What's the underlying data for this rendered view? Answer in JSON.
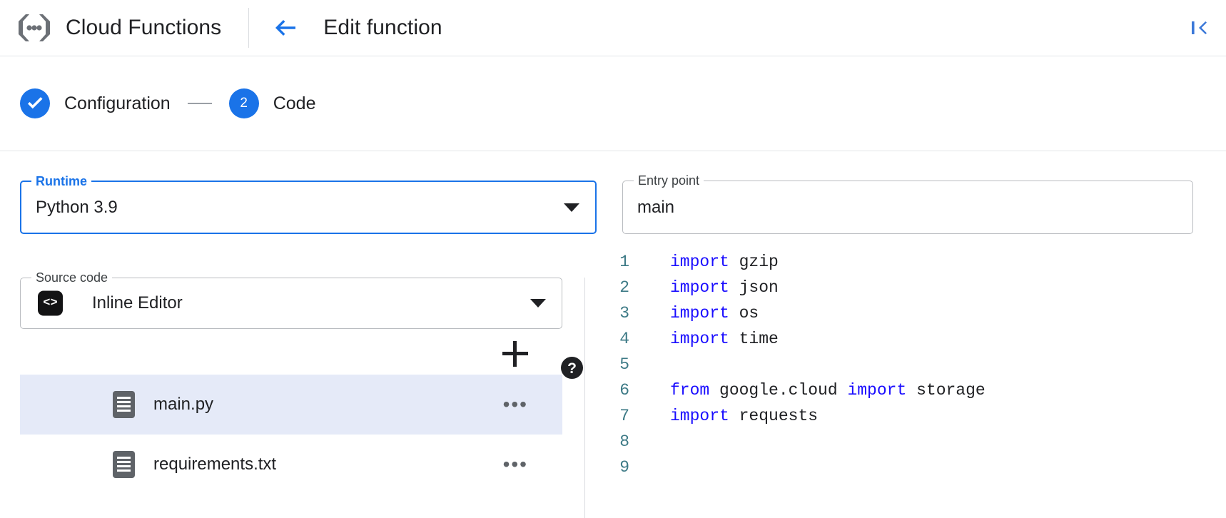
{
  "header": {
    "product_logo_name": "cloud-functions-logo",
    "product_title": "Cloud Functions",
    "back_icon": "arrow-left-icon",
    "page_title": "Edit function",
    "collapse_icon": "collapse-panel-icon",
    "accent_color": "#1a73e8"
  },
  "stepper": {
    "steps": [
      {
        "label": "Configuration",
        "indicator": "check",
        "number": "1",
        "state": "completed"
      },
      {
        "label": "Code",
        "indicator": "number",
        "number": "2",
        "state": "active"
      }
    ],
    "separator": "—"
  },
  "form": {
    "runtime": {
      "label": "Runtime",
      "value": "Python 3.9",
      "focused": true,
      "dropdown_icon": "chevron-down-icon",
      "help_icon": "help-icon"
    },
    "entry_point": {
      "label": "Entry point",
      "value": "main",
      "placeholder": "Entry point",
      "focused": false,
      "help_icon": "help-icon"
    },
    "source_code": {
      "label": "Source code",
      "value": "Inline Editor",
      "leading_icon": "code-brackets-icon",
      "leading_icon_glyph": "<>",
      "dropdown_icon": "chevron-down-icon"
    }
  },
  "files": {
    "add_button_icon": "plus-icon",
    "items": [
      {
        "name": "main.py",
        "icon": "file-icon",
        "selected": true,
        "menu_glyph": "•••"
      },
      {
        "name": "requirements.txt",
        "icon": "file-icon",
        "selected": false,
        "menu_glyph": "•••"
      }
    ],
    "selected_bg": "#e5eaf8"
  },
  "editor": {
    "lines": [
      {
        "number": "1",
        "tokens": [
          {
            "t": "import",
            "k": true
          },
          {
            "t": " gzip",
            "k": false
          }
        ]
      },
      {
        "number": "2",
        "tokens": [
          {
            "t": "import",
            "k": true
          },
          {
            "t": " json",
            "k": false
          }
        ]
      },
      {
        "number": "3",
        "tokens": [
          {
            "t": "import",
            "k": true
          },
          {
            "t": " os",
            "k": false
          }
        ]
      },
      {
        "number": "4",
        "tokens": [
          {
            "t": "import",
            "k": true
          },
          {
            "t": " time",
            "k": false
          }
        ]
      },
      {
        "number": "5",
        "tokens": []
      },
      {
        "number": "6",
        "tokens": [
          {
            "t": "from",
            "k": true
          },
          {
            "t": " google.cloud ",
            "k": false
          },
          {
            "t": "import",
            "k": true
          },
          {
            "t": " storage",
            "k": false
          }
        ]
      },
      {
        "number": "7",
        "tokens": [
          {
            "t": "import",
            "k": true
          },
          {
            "t": " requests",
            "k": false
          }
        ]
      },
      {
        "number": "8",
        "tokens": []
      },
      {
        "number": "9",
        "tokens": []
      }
    ],
    "line_number_color": "#3d7a86",
    "keyword_color": "#1a0dff",
    "text_color": "#202124"
  }
}
